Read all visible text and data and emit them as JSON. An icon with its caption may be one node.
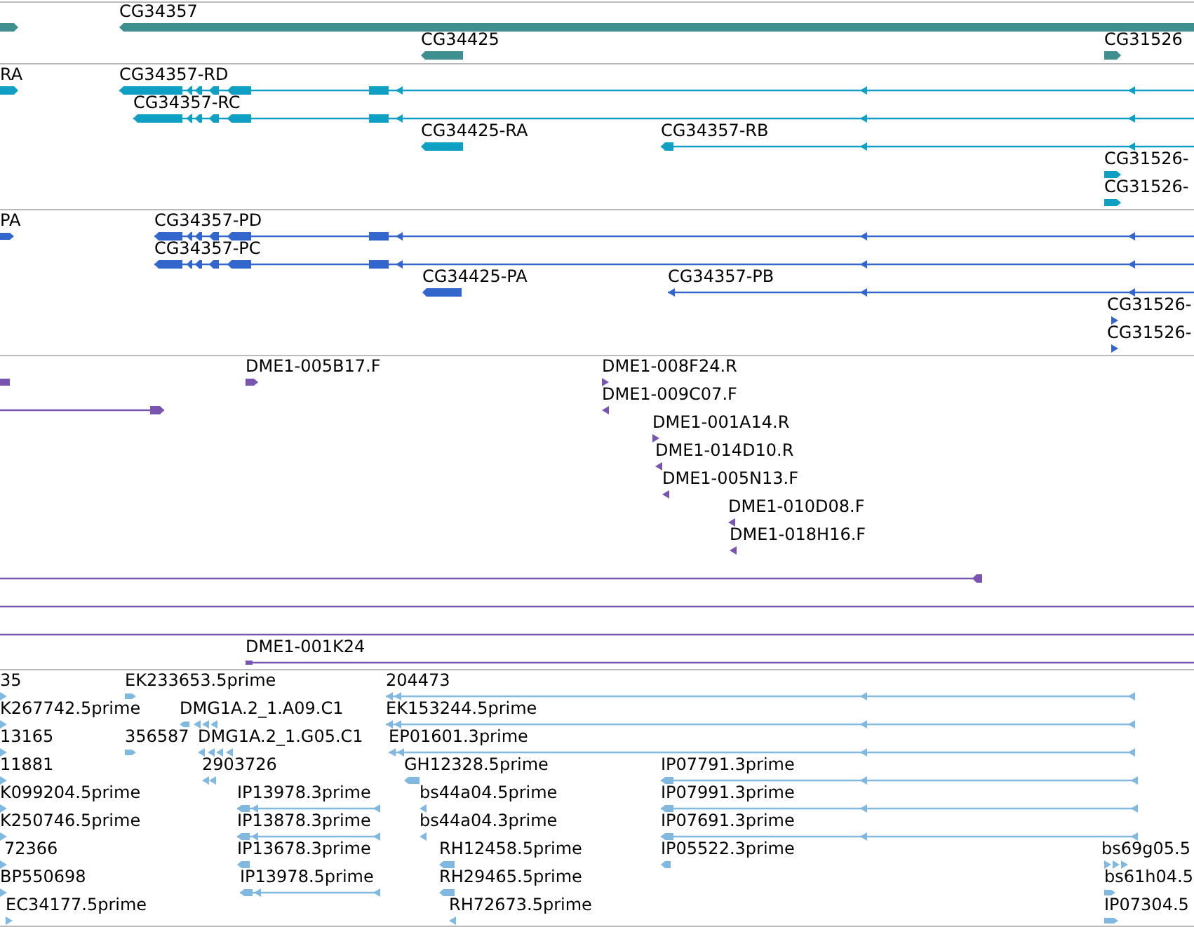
{
  "diagram": {
    "labels": [
      "CG34357",
      "CG34425",
      "CG31526",
      "RA",
      "CG34357-RD",
      "CG34357-RC",
      "CG34425-RA",
      "CG34357-RB",
      "CG31526-",
      "CG31526-",
      "PA",
      "CG34357-PD",
      "CG34357-PC",
      "CG34425-PA",
      "CG34357-PB",
      "CG31526-",
      "CG31526-",
      "DME1-005B17.F",
      "DME1-008F24.R",
      "DME1-009C07.F",
      "DME1-001A14.R",
      "DME1-014D10.R",
      "DME1-005N13.F",
      "DME1-010D08.F",
      "DME1-018H16.F",
      "DME1-001K24",
      "35",
      "EK233653.5prime",
      "204473",
      "K267742.5prime",
      "DMG1A.2_1.A09.C1",
      "EK153244.5prime",
      "13165",
      "356587",
      "DMG1A.2_1.G05.C1",
      "EP01601.3prime",
      "11881",
      "2903726",
      "GH12328.5prime",
      "IP07791.3prime",
      "K099204.5prime",
      "IP13978.3prime",
      "bs44a04.5prime",
      "IP07991.3prime",
      "K250746.5prime",
      "IP13878.3prime",
      "bs44a04.3prime",
      "IP07691.3prime",
      "72366",
      "IP13678.3prime",
      "RH12458.5prime",
      "IP05522.3prime",
      "bs69g05.5",
      "BP550698",
      "IP13978.5prime",
      "RH29465.5prime",
      "bs61h04.5",
      "EC34177.5prime",
      "RH72673.5prime",
      "IP07304.5"
    ]
  }
}
